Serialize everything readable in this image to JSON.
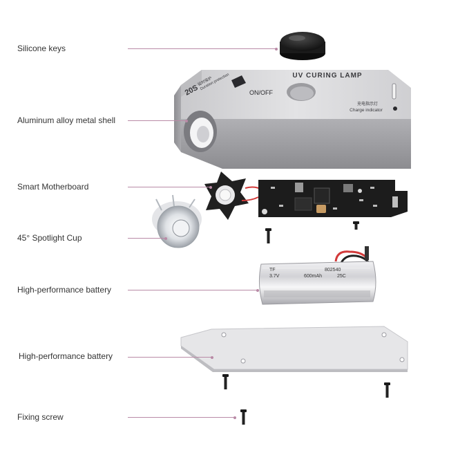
{
  "callouts": [
    {
      "label": "Silicone keys"
    },
    {
      "label": "Aluminum alloy metal shell"
    },
    {
      "label": "Smart Motherboard"
    },
    {
      "label": "45° Spotlight Cup"
    },
    {
      "label": "High-performance battery"
    },
    {
      "label": "High-performance battery"
    },
    {
      "label": "Fixing screw"
    }
  ],
  "shell": {
    "title": "UV CURING LAMP",
    "button_label": "ON/OFF",
    "charge_label_cn": "充电指示灯",
    "charge_label": "Charge indicator",
    "badge_number": "20S",
    "badge_cn": "延时保护",
    "badge_text": "Duration protection"
  },
  "battery": {
    "brand": "TF",
    "code": "802540",
    "voltage": "3.7V",
    "capacity": "600mAh",
    "rate": "25C"
  },
  "colors": {
    "leader": "#b98aa6",
    "shell_top": "#d7d7d9",
    "shell_front": "#9a9a9e",
    "pcb": "#1c1c1c",
    "plate": "#e6e6e8"
  },
  "icons": [
    "silicone-key-icon",
    "screw-icon",
    "lens-cup-icon",
    "led-star-icon",
    "battery-cell-icon"
  ]
}
